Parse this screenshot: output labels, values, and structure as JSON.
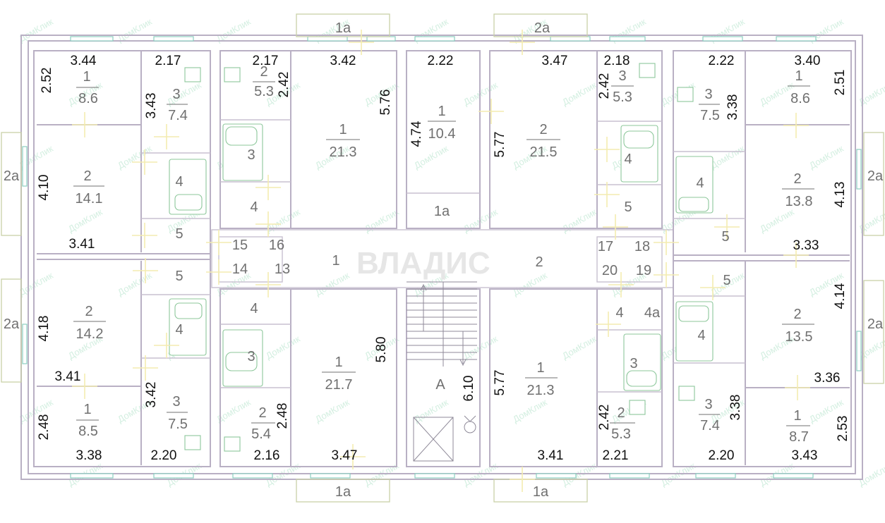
{
  "watermark": {
    "small": "ДомКлик",
    "large": "ВЛАДИС"
  },
  "rooms": [
    {
      "id": "L1-1",
      "num": "1",
      "area": "8.6"
    },
    {
      "id": "L1-2",
      "num": "2",
      "area": "14.1"
    },
    {
      "id": "L1-3",
      "num": "3",
      "area": "7.4"
    },
    {
      "id": "L1-4",
      "num": "4"
    },
    {
      "id": "L1-5",
      "num": "5"
    },
    {
      "id": "L2-1",
      "num": "1",
      "area": "8.5"
    },
    {
      "id": "L2-2",
      "num": "2",
      "area": "14.2"
    },
    {
      "id": "L2-3",
      "num": "3",
      "area": "7.5"
    },
    {
      "id": "L2-4",
      "num": "4"
    },
    {
      "id": "L2-5",
      "num": "5"
    },
    {
      "id": "C1-1",
      "num": "1",
      "area": "21.3"
    },
    {
      "id": "C1-2",
      "num": "2",
      "area": "5.3"
    },
    {
      "id": "C1-3",
      "num": "3"
    },
    {
      "id": "C1-4",
      "num": "4"
    },
    {
      "id": "C2-1",
      "num": "1",
      "area": "21.7"
    },
    {
      "id": "C2-2",
      "num": "2",
      "area": "5.4"
    },
    {
      "id": "C2-3",
      "num": "3"
    },
    {
      "id": "C2-4",
      "num": "4"
    },
    {
      "id": "M-1",
      "num": "1",
      "area": "10.4"
    },
    {
      "id": "M-1a",
      "num": "1a"
    },
    {
      "id": "C3-1",
      "num": "2",
      "area": "21.5"
    },
    {
      "id": "C3-3",
      "num": "3",
      "area": "5.3"
    },
    {
      "id": "C3-4",
      "num": "4"
    },
    {
      "id": "C3-5",
      "num": "5"
    },
    {
      "id": "C4-1",
      "num": "1",
      "area": "21.3"
    },
    {
      "id": "C4-2",
      "num": "2",
      "area": "5.3"
    },
    {
      "id": "C4-3",
      "num": "3"
    },
    {
      "id": "C4-4",
      "num": "4"
    },
    {
      "id": "C4-4a",
      "num": "4a"
    },
    {
      "id": "R1-1",
      "num": "1",
      "area": "8.6"
    },
    {
      "id": "R1-2",
      "num": "2",
      "area": "13.8"
    },
    {
      "id": "R1-3",
      "num": "3",
      "area": "7.5"
    },
    {
      "id": "R1-4",
      "num": "4"
    },
    {
      "id": "R1-5",
      "num": "5"
    },
    {
      "id": "R2-1",
      "num": "1",
      "area": "8.7"
    },
    {
      "id": "R2-2",
      "num": "2",
      "area": "13.5"
    },
    {
      "id": "R2-3",
      "num": "3",
      "area": "7.4"
    },
    {
      "id": "R2-4",
      "num": "4"
    },
    {
      "id": "R2-5",
      "num": "5"
    }
  ],
  "corridor_labels": [
    "15",
    "16",
    "14",
    "13",
    "1",
    "2",
    "17",
    "18",
    "20",
    "19"
  ],
  "stair_label": "A",
  "balconies": [
    "1a",
    "2a",
    "2a",
    "2a",
    "2a",
    "2a",
    "1a",
    "1a"
  ],
  "dimensions": {
    "h": [
      "3.44",
      "2.17",
      "2.17",
      "3.42",
      "2.22",
      "3.47",
      "2.18",
      "2.22",
      "3.40",
      "3.41",
      "3.33",
      "3.41",
      "3.36",
      "3.38",
      "2.20",
      "2.16",
      "3.47",
      "3.41",
      "2.21",
      "2.20",
      "3.43"
    ],
    "v": [
      "2.52",
      "3.43",
      "2.42",
      "5.76",
      "4.74",
      "5.77",
      "2.42",
      "3.38",
      "2.51",
      "4.10",
      "4.13",
      "4.18",
      "4.14",
      "3.42",
      "2.48",
      "5.80",
      "6.10",
      "5.77",
      "2.42",
      "3.38",
      "2.48",
      "2.53"
    ]
  }
}
